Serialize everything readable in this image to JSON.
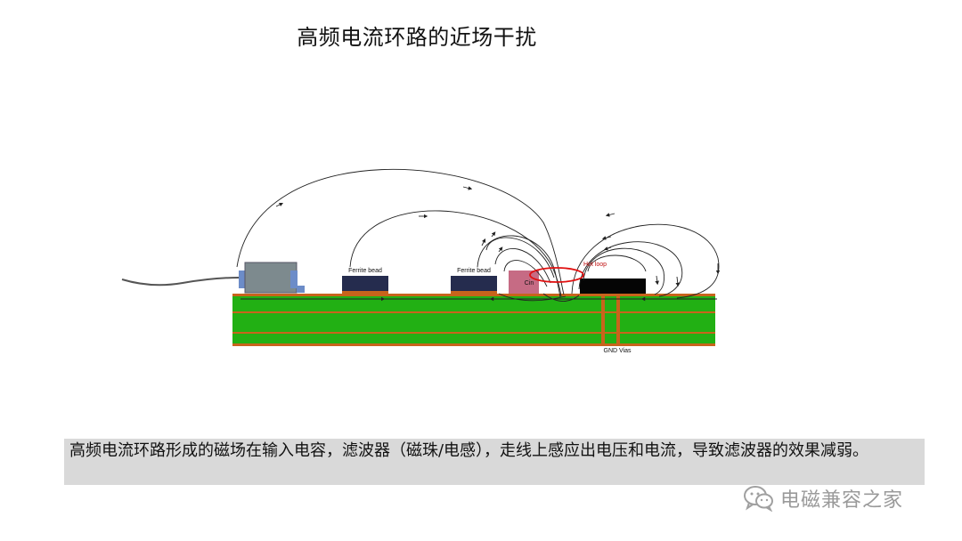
{
  "title": "高频电流环路的近场干扰",
  "labels": {
    "ferrite_bead_1": "Ferrite bead",
    "ferrite_bead_2": "Ferrite bead",
    "cin": "Cin",
    "hot_loop": "Hot loop",
    "gnd_vias": "GND Vias"
  },
  "caption": "高频电流环路形成的磁场在输入电容，滤波器（磁珠/电感），走线上感应出电压和电流，导致滤波器的效果减弱。",
  "watermark": {
    "text": "电磁兼容之家",
    "icon": "wechat-icon"
  },
  "colors": {
    "pcb": "#22b014",
    "copper": "#c8641c",
    "ferrite": "#252c4e",
    "cin": "#c66b84",
    "ic": "#050505",
    "connector": "#7d8a8e",
    "hot_loop": "#e01010"
  }
}
